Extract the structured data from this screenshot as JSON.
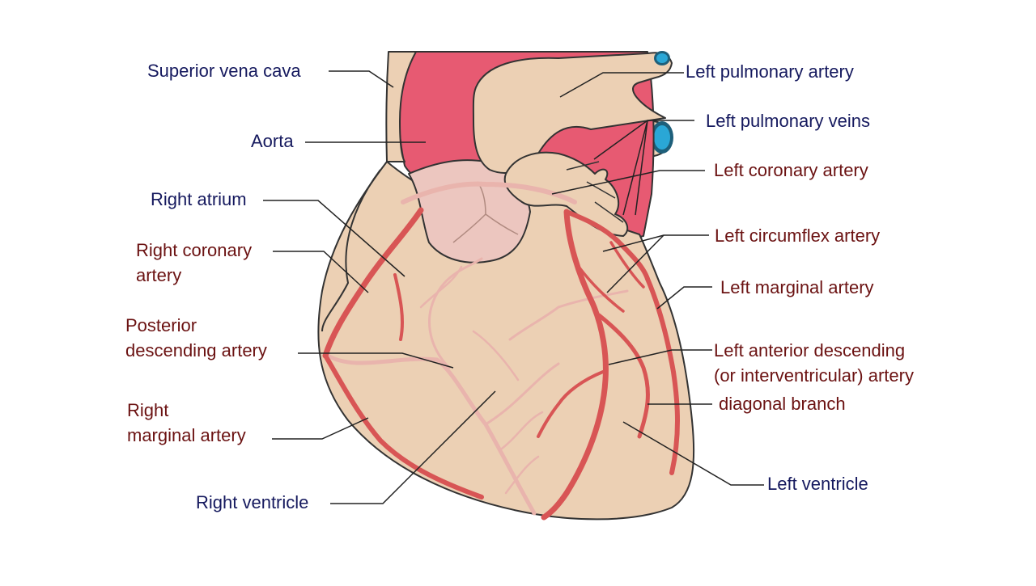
{
  "colors": {
    "background": "#ffffff",
    "heart_tissue": "#ecd0b4",
    "aorta": "#e75a72",
    "atrium_pale": "#ecc6bf",
    "artery": "#d85555",
    "pale_vessel": "#e9b4ad",
    "vein_lumen": "#2aa7d6",
    "label_blue": "#15195e",
    "label_red": "#6b1212"
  },
  "labels": {
    "superior_vena_cava": "Superior vena cava",
    "aorta": "Aorta",
    "right_atrium": "Right atrium",
    "right_coronary_artery": [
      "Right coronary",
      "artery"
    ],
    "posterior_descending_artery": [
      "Posterior",
      "descending artery"
    ],
    "right_marginal_artery": [
      "Right",
      "marginal artery"
    ],
    "right_ventricle": "Right ventricle",
    "left_pulmonary_artery": "Left pulmonary artery",
    "left_pulmonary_veins": "Left pulmonary veins",
    "left_coronary_artery": "Left coronary artery",
    "left_circumflex_artery": "Left circumflex artery",
    "left_marginal_artery": "Left marginal artery",
    "left_anterior_descending": [
      "Left anterior descending",
      "(or interventricular) artery"
    ],
    "diagonal_branch": "diagonal branch",
    "left_ventricle": "Left ventricle"
  }
}
